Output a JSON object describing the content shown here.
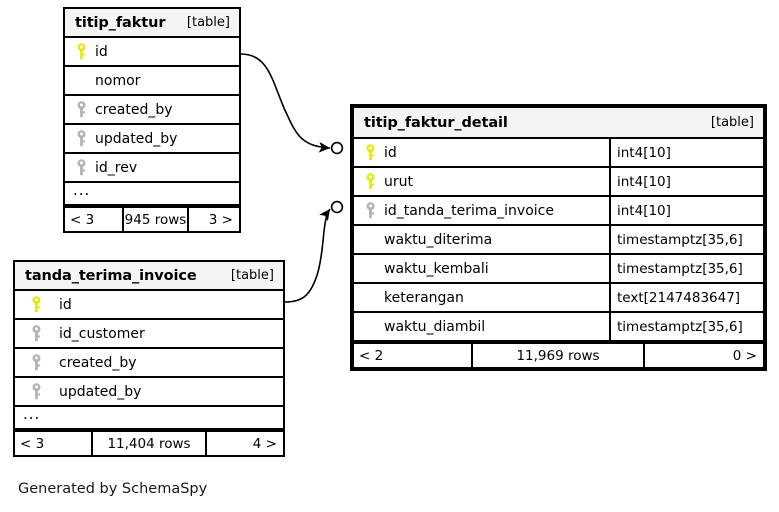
{
  "diagram": {
    "caption": "Generated by SchemaSpy",
    "kind_label": "[table]",
    "ellipsis": "...",
    "colors": {
      "primary_key": "#e8e80f",
      "foreign_key": "#b3b3b3",
      "border": "#000000",
      "header_background": "#f4f4f4",
      "background": "#ffffff"
    }
  },
  "tables": [
    {
      "id": "titip_faktur",
      "name": "titip_faktur",
      "kind": "[table]",
      "columns": [
        {
          "name": "id",
          "key": "primary",
          "type": ""
        },
        {
          "name": "nomor",
          "key": "none",
          "type": ""
        },
        {
          "name": "created_by",
          "key": "foreign",
          "type": ""
        },
        {
          "name": "updated_by",
          "key": "foreign",
          "type": ""
        },
        {
          "name": "id_rev",
          "key": "foreign",
          "type": ""
        }
      ],
      "has_more": true,
      "footer": {
        "prev": "< 3",
        "rows": "945 rows",
        "next": "3 >"
      }
    },
    {
      "id": "tanda_terima_invoice",
      "name": "tanda_terima_invoice",
      "kind": "[table]",
      "columns": [
        {
          "name": "id",
          "key": "primary",
          "type": ""
        },
        {
          "name": "id_customer",
          "key": "foreign",
          "type": ""
        },
        {
          "name": "created_by",
          "key": "foreign",
          "type": ""
        },
        {
          "name": "updated_by",
          "key": "foreign",
          "type": ""
        }
      ],
      "has_more": true,
      "footer": {
        "prev": "< 3",
        "rows": "11,404 rows",
        "next": "4 >"
      }
    },
    {
      "id": "titip_faktur_detail",
      "name": "titip_faktur_detail",
      "kind": "[table]",
      "focused": true,
      "columns": [
        {
          "name": "id",
          "key": "primary",
          "type": "int4[10]"
        },
        {
          "name": "urut",
          "key": "primary",
          "type": "int4[10]"
        },
        {
          "name": "id_tanda_terima_invoice",
          "key": "foreign",
          "type": "int4[10]"
        },
        {
          "name": "waktu_diterima",
          "key": "none",
          "type": "timestamptz[35,6]"
        },
        {
          "name": "waktu_kembali",
          "key": "none",
          "type": "timestamptz[35,6]"
        },
        {
          "name": "keterangan",
          "key": "none",
          "type": "text[2147483647]"
        },
        {
          "name": "waktu_diambil",
          "key": "none",
          "type": "timestamptz[35,6]"
        }
      ],
      "has_more": false,
      "footer": {
        "prev": "< 2",
        "rows": "11,969 rows",
        "next": "0 >"
      }
    }
  ],
  "relationships": [
    {
      "from_table": "titip_faktur",
      "from_column": "id",
      "to_table": "titip_faktur_detail",
      "to_column": "id"
    },
    {
      "from_table": "tanda_terima_invoice",
      "from_column": "id",
      "to_table": "titip_faktur_detail",
      "to_column": "id_tanda_terima_invoice"
    }
  ]
}
